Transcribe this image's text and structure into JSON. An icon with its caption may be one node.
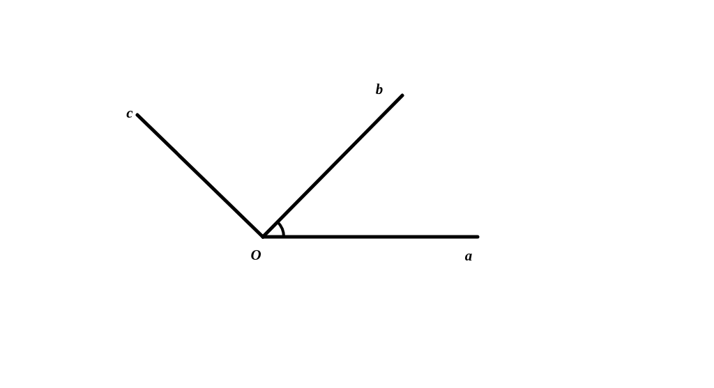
{
  "diagram": {
    "labels": [
      "b",
      "c",
      "O",
      "a"
    ]
  }
}
